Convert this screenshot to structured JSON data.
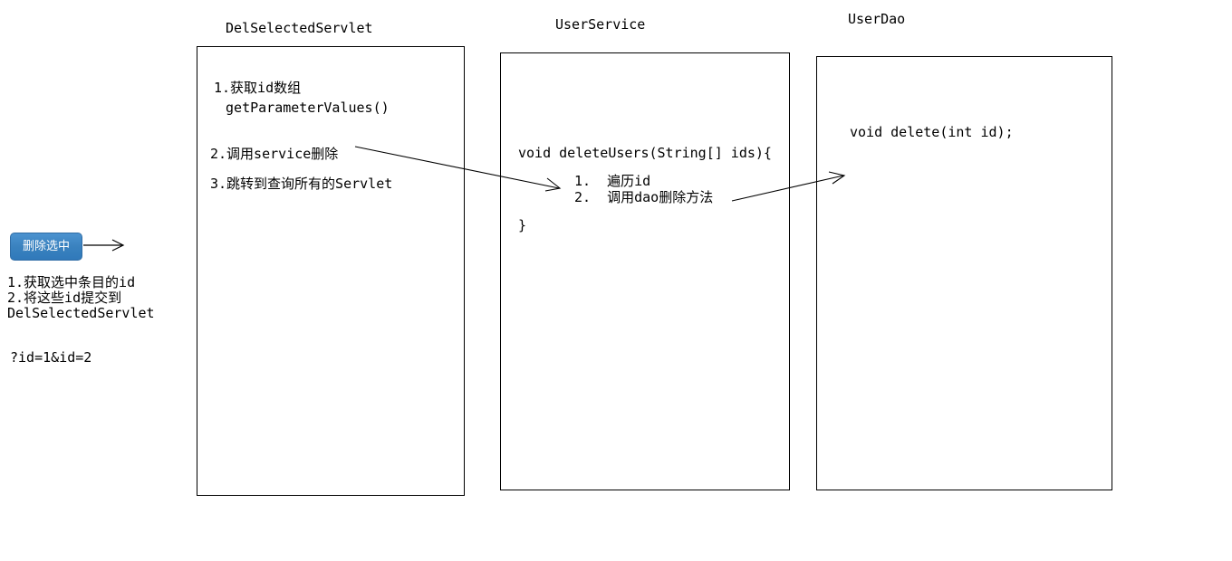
{
  "diagram": {
    "title_font_note": "monospace",
    "line_color": "#000000",
    "accent_color": "#3a82bf"
  },
  "client": {
    "button_label": "删除选中",
    "notes": [
      "1.获取选中条目的id",
      "2.将这些id提交到",
      "DelSelectedServlet"
    ],
    "query_string": "?id=1&id=2"
  },
  "boxes": [
    {
      "title": "DelSelectedServlet",
      "lines": [
        "1.获取id数组",
        " getParameterValues()",
        "2.调用service删除",
        "3.跳转到查询所有的Servlet"
      ]
    },
    {
      "title": "UserService",
      "signature": "void deleteUsers(String[] ids){",
      "steps": [
        "1.  遍历id",
        "2.  调用dao删除方法"
      ],
      "close_brace": "}"
    },
    {
      "title": "UserDao",
      "signature": "void delete(int id);"
    }
  ]
}
